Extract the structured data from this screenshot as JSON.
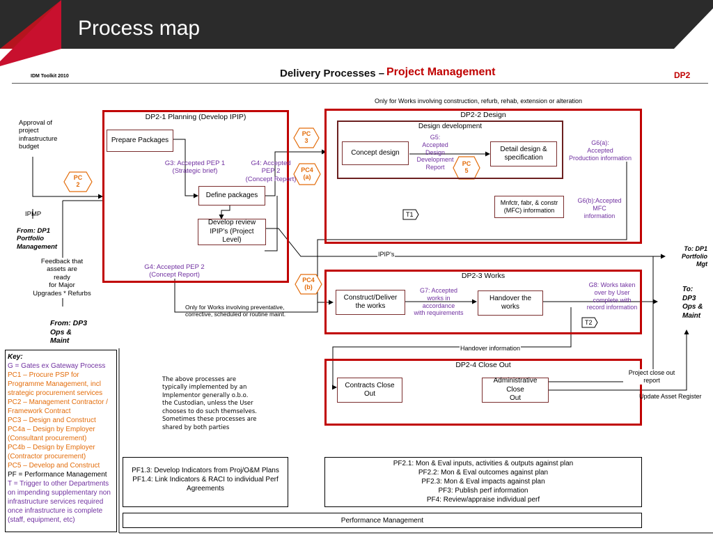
{
  "slide": {
    "title": "Process map"
  },
  "header": {
    "toolkit": "IDM Toolkit 2010",
    "main": "Delivery Processes –",
    "accent": "Project Management",
    "code": "DP2"
  },
  "notes": {
    "only_works_top": "Only for Works involving construction, refurb, rehab, extension or alteration",
    "approval": [
      "Approval of",
      "project",
      "infrastructure",
      "budget"
    ],
    "ipmp": "IPMP",
    "from_dp1": [
      "From: DP1",
      "Portfolio",
      "Management"
    ],
    "feedback": [
      "Feedback that",
      "assets are",
      "ready",
      "for Major",
      "Upgrades * Refurbs"
    ],
    "from_dp3": [
      "From: DP3",
      "Ops &",
      "Maint"
    ],
    "only_works_bottom": [
      "Only for Works involving preventative,",
      "corrective, scheduled or routine maint."
    ],
    "implementor": [
      "The above processes are",
      "typically implemented by an",
      "Implementor generally o.b.o.",
      "the Custodian, unless the User",
      "chooses to do such themselves.",
      "Sometimes these processes are",
      "shared by both parties"
    ],
    "to_dp1": [
      "To: DP1",
      "Portfolio",
      "Mgt"
    ],
    "to_dp3": [
      "To:",
      "DP3",
      "Ops &",
      "Maint"
    ]
  },
  "dp21": {
    "title": "DP2-1 Planning (Develop IPIP)",
    "prepare": "Prepare Packages",
    "define": "Define packages",
    "review": [
      "Develop review",
      "IPIP’s (Project",
      "Level)"
    ],
    "g3": [
      "G3: Accepted PEP 1",
      "(Strategic brief)"
    ],
    "g4a": [
      "G4: Accepted",
      "PEP 2",
      "(Concept Report)"
    ],
    "g4b": [
      "G4: Accepted PEP 2",
      "(Concept Report)"
    ]
  },
  "dp22": {
    "title": "DP2-2 Design",
    "sub": "Design development",
    "concept": "Concept design",
    "g5": [
      "G5:",
      "Accepted",
      "Design",
      "Development",
      "Report"
    ],
    "detail": [
      "Detail design &",
      "specification"
    ],
    "g6a": [
      "G6(a):",
      "Accepted",
      "Production information"
    ],
    "mfc": [
      "Mnfctr, fabr, & constr",
      "(MFC) information"
    ],
    "g6b": [
      "G6(b):Accepted",
      "MFC",
      "information"
    ],
    "t1": "T1"
  },
  "ipip": "IPIP’s",
  "dp23": {
    "title": "DP2-3 Works",
    "construct": [
      "Construct/Deliver",
      "the works"
    ],
    "g7": [
      "G7: Accepted",
      "works in",
      "accordance",
      "with requirements"
    ],
    "handover": [
      "Handover the",
      "works"
    ],
    "g8": [
      "G8: Works taken",
      "over by User",
      "complete with",
      "record information"
    ],
    "t2": "T2"
  },
  "handover_info": "Handover information",
  "dp24": {
    "title": "DP2-4 Close Out",
    "contracts": [
      "Contracts Close",
      "Out"
    ],
    "admin": [
      "Administrative Close",
      "Out"
    ],
    "project_close": [
      "Project close out",
      "report"
    ],
    "update_register": "Update Asset Register"
  },
  "pc": {
    "pc2": [
      "PC",
      "2"
    ],
    "pc3": [
      "PC",
      "3"
    ],
    "pc4a": [
      "PC4",
      "(a)"
    ],
    "pc4b": [
      "PC4",
      "(b)"
    ],
    "pc5": [
      "PC",
      "5"
    ]
  },
  "key": {
    "title": "Key:",
    "items": [
      {
        "text": "G = Gates ex Gateway Process",
        "color": "#7030a0"
      },
      {
        "text": "PC1 – Procure PSP for Programme Management, incl strategic procurement services",
        "color": "#e36c0a"
      },
      {
        "text": "PC2 – Management Contractor / Framework Contract",
        "color": "#e36c0a"
      },
      {
        "text": "PC3 – Design and Construct",
        "color": "#e36c0a"
      },
      {
        "text": "PC4a – Design by Employer (Consultant procurement)",
        "color": "#e36c0a"
      },
      {
        "text": "PC4b – Design by Employer (Contractor procurement)",
        "color": "#e36c0a"
      },
      {
        "text": "PC5 – Develop and Construct",
        "color": "#e36c0a"
      },
      {
        "text": "PF = Performance Management",
        "color": "#000000"
      },
      {
        "text": "T = Trigger to other Departments on impending supplementary non infrastructure services required once infrastructure is complete (staff, equipment, etc)",
        "color": "#7030a0"
      }
    ]
  },
  "pf_left": [
    "PF1.3: Develop Indicators from Proj/O&M Plans",
    "PF1.4: Link Indicators & RACI to individual Perf",
    "Agreements"
  ],
  "pf_right": [
    "PF2.1: Mon & Eval inputs, activities & outputs against plan",
    "PF2.2: Mon & Eval outcomes against plan",
    "PF2.3: Mon & Eval impacts against plan",
    "PF3: Publish perf information",
    "PF4: Review/appraise individual perf"
  ],
  "perf_mgmt": "Performance Management",
  "colors": {
    "accent": "#c00000",
    "gate": "#7030a0",
    "procurement": "#e36c0a",
    "banner": "#2b2b2b"
  }
}
